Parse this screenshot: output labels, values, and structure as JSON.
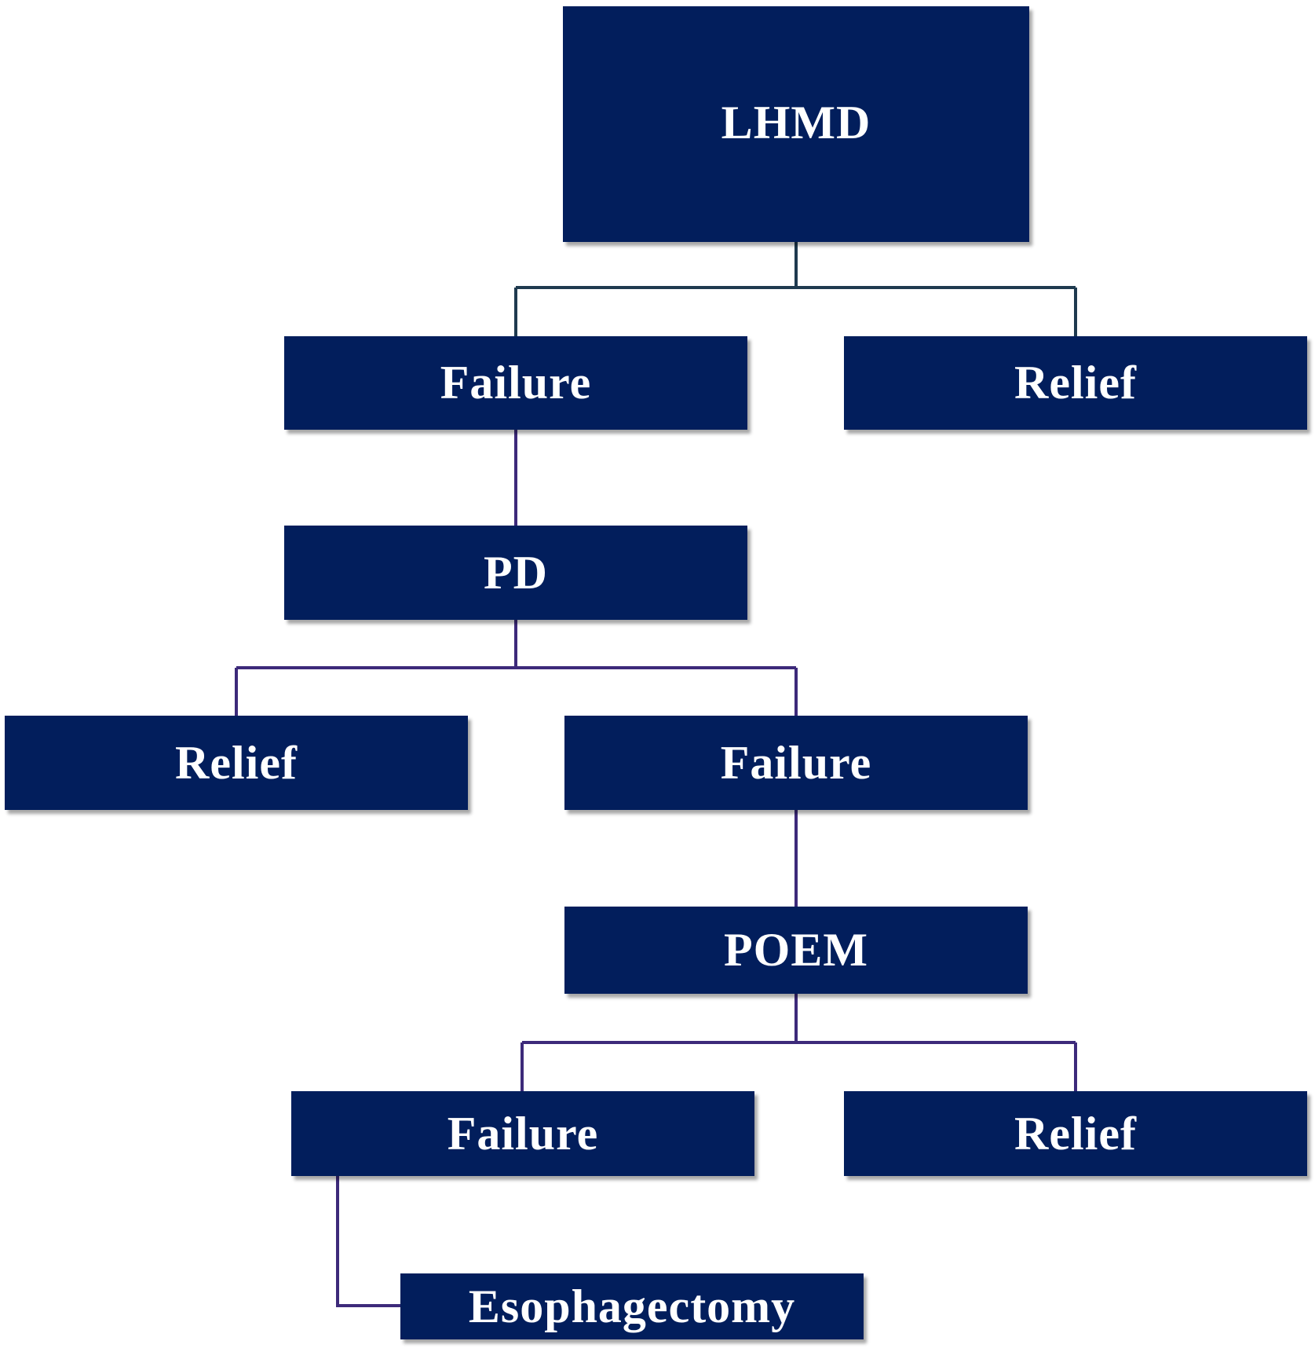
{
  "diagram": {
    "nodes": {
      "root": "LHMD",
      "failure1": "Failure",
      "relief1": "Relief",
      "pd": "PD",
      "relief2": "Relief",
      "failure2": "Failure",
      "poem": "POEM",
      "failure3": "Failure",
      "relief3": "Relief",
      "esophagectomy": "Esophagectomy"
    },
    "colors": {
      "box_fill": "#021e5c",
      "box_text": "#ffffff",
      "connector_top": "#1f3a4f",
      "connector": "#3d2a7a"
    }
  }
}
